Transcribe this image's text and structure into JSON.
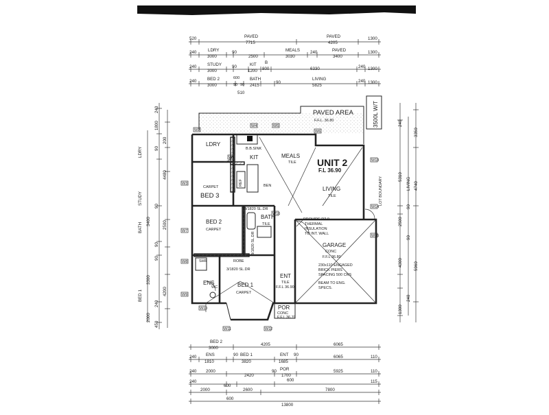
{
  "top_dims": {
    "row1": {
      "left": "520",
      "paved_a": "PAVED",
      "a_val": "7715",
      "paved_b": "PAVED",
      "b_val": "4205",
      "right": "1300"
    },
    "row2": {
      "l1": "240",
      "ldry": "LDRY",
      "ldry_val": "3000",
      "g1": "90",
      "g1v": "2500",
      "meals": "MEALS",
      "meals_val": "3030",
      "g2": "240",
      "paved": "PAVED",
      "paved_val": "3400",
      "right": "1300"
    },
    "row3": {
      "l1": "240",
      "study": "STUDY",
      "study_val": "3000",
      "g1": "90",
      "kit": "KIT",
      "kit_val": "1200",
      "b": "B",
      "b_val": "800",
      "mid": "6330",
      "r1": "240",
      "r2": "1300"
    },
    "row4": {
      "l1": "240",
      "bed2": "BED 2",
      "bed2_val": "3000",
      "s1": "600",
      "s2": "90",
      "s3": "90",
      "bath": "BATH",
      "bath_val": "2415",
      "g": "90",
      "living": "LIVING",
      "living_val": "5825",
      "r1": "240",
      "r2": "1300",
      "below": "510"
    }
  },
  "rooms": {
    "paved_area": "PAVED AREA",
    "paved_ffl": "F.F.L. 36.80",
    "water_tank": "3500L W/T",
    "unit": "UNIT 2",
    "unit_fl": "F.L 36.90",
    "meals": "MEALS",
    "meals_tile": "TILE",
    "living": "LIVING",
    "living_tile": "TILE",
    "ldry": "LDRY",
    "kit": "KIT",
    "bsink": "B.B.SINK",
    "ref": "REF",
    "ben": "BEN",
    "bed3": "BED 3",
    "bed3_carpet": "CARPET",
    "bed2": "BED 2",
    "bed2_carpet": "CARPET",
    "bath": "BATH",
    "bath_tile": "TILE",
    "robe": "ROBE",
    "ens": "ENS",
    "bed1": "BED 1",
    "bed1_carpet": "CARPET",
    "ent": "ENT",
    "ent_tile": "TILE",
    "ent_ffl": "F.F.L 36.90",
    "por": "POR",
    "por_conc": "CONC",
    "por_ffl": "F.F.L 36.70",
    "garage": "GARAGE",
    "garage_conc": "CONC",
    "garage_ffl": "F.F.L 36.80",
    "lot_boundary": "LOT BOUNDARY",
    "sldr1": "3/1820 SL.DR",
    "sldr2": "3/1820 SL.DR",
    "sldr3": "3/1820 SL.DR",
    "shr": "SHR",
    "wc": "WC"
  },
  "notes": {
    "n1": "PROVIDE R2.0",
    "n2": "THERMAL",
    "n3": "INSULATION",
    "n4": "TO INT. WALL",
    "n5": "230x110 ENGAGED",
    "n6": "BRICK PIERS",
    "n7": "SPACING 500 CRS",
    "n8": "BEAM TO ENG.",
    "n9": "SPECS."
  },
  "window_codes": [
    "W4",
    "W5",
    "W6",
    "W2",
    "W1",
    "W3",
    "W7",
    "W8",
    "W9",
    "W10",
    "W11",
    "W12",
    "W13",
    "W14",
    "W15",
    "W16"
  ],
  "left_dims": {
    "labels": [
      "LDRY",
      "STUDY",
      "BATH",
      "BED 1"
    ],
    "values": [
      "240",
      "1800",
      "200",
      "90",
      "4480",
      "90",
      "3400",
      "2500",
      "90",
      "3300",
      "90",
      "4200",
      "240",
      "2000",
      "450"
    ]
  },
  "right_dims": {
    "values": [
      "240",
      "3350",
      "5310",
      "90",
      "2500",
      "90",
      "4300",
      "5960",
      "240",
      "1300"
    ],
    "living": "LIVING",
    "living_val": "4740"
  },
  "bottom_dims": {
    "row1": {
      "bed2": "BED 2",
      "bed2_val": "3000",
      "mid": "4205",
      "right": "6065"
    },
    "row2": {
      "l1": "240",
      "ens": "ENS",
      "ens_val": "1810",
      "g1": "90",
      "bed1": "BED 1",
      "bed1_val": "3820",
      "ent": "ENT",
      "ent_val": "1685",
      "g2": "90",
      "right": "6065",
      "r2": "110"
    },
    "row3": {
      "l1": "240",
      "v1": "2000",
      "v2": "2420",
      "g": "90",
      "por": "POR",
      "por_val": "1700",
      "right": "5925",
      "r2": "110"
    },
    "row4": {
      "l1": "240",
      "v1": "600",
      "v2": "600",
      "right": "115"
    },
    "row5": {
      "v1": "2000",
      "v2": "2600",
      "v3": "7800"
    },
    "row6": {
      "v1": "600",
      "total": "13800"
    }
  }
}
